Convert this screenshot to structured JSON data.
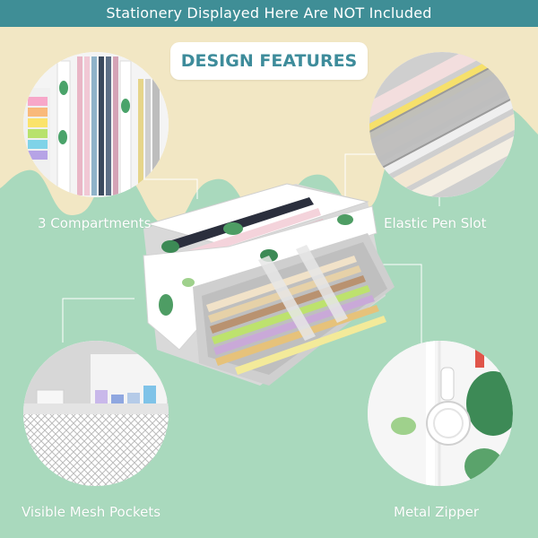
{
  "banner": {
    "text": "Stationery Displayed Here Are NOT Included"
  },
  "title": {
    "text": "DESIGN FEATURES"
  },
  "features": [
    {
      "label": "3 Compartments",
      "icon": "pencil-case-compartments-icon"
    },
    {
      "label": "Elastic Pen Slot",
      "icon": "elastic-pen-slot-icon"
    },
    {
      "label": "Visible Mesh Pockets",
      "icon": "mesh-pocket-icon"
    },
    {
      "label": "Metal Zipper",
      "icon": "zipper-icon"
    }
  ],
  "colors": {
    "banner": "#3f8e96",
    "background": "#a9d9bd",
    "cream": "#f2e7c4",
    "title_text": "#3e8c9b",
    "label_text": "#ffffff"
  }
}
